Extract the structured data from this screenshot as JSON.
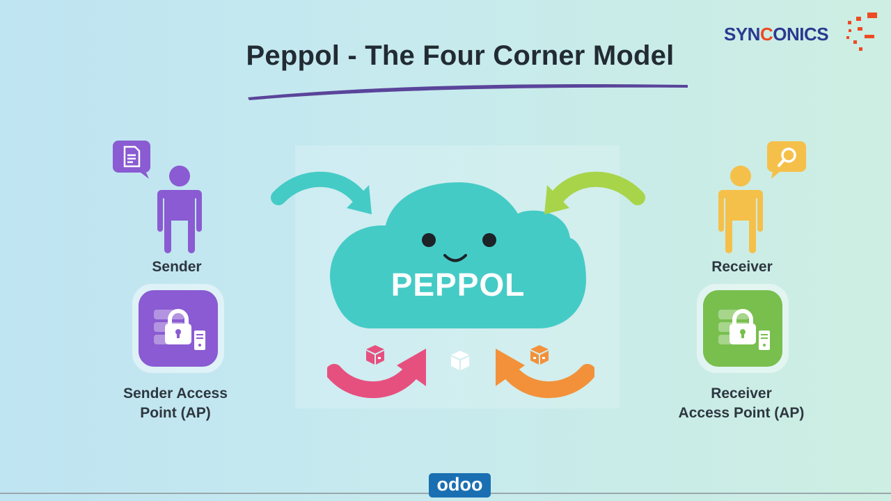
{
  "title": "Peppol - The Four Corner Model",
  "brand": {
    "logo_prefix": "SYN",
    "logo_accent": "C",
    "logo_suffix": "ONICS",
    "primary_color": "#2b3990",
    "accent_color": "#ee4a23"
  },
  "center": {
    "label": "PEPPOL",
    "cloud_color": "#45cbc6"
  },
  "sender": {
    "label": "Sender",
    "color": "#8a5bd2",
    "bubble_icon": "document-icon"
  },
  "sender_ap": {
    "label_line1": "Sender Access",
    "label_line2": "Point (AP)",
    "color": "#8a5bd2"
  },
  "receiver": {
    "label": "Receiver",
    "color": "#f5c04a",
    "bubble_icon": "search-icon"
  },
  "receiver_ap": {
    "label_line1": "Receiver",
    "label_line2": "Access Point (AP)",
    "color": "#78bf4e"
  },
  "arrows": [
    {
      "name": "sender-to-peppol",
      "color": "#45cbc6"
    },
    {
      "name": "receiver-to-peppol",
      "color": "#a8d44a"
    },
    {
      "name": "sender-ap-arrow",
      "color": "#e6507f"
    },
    {
      "name": "receiver-ap-arrow",
      "color": "#f3913a"
    }
  ],
  "footer": {
    "badge": "odoo"
  }
}
